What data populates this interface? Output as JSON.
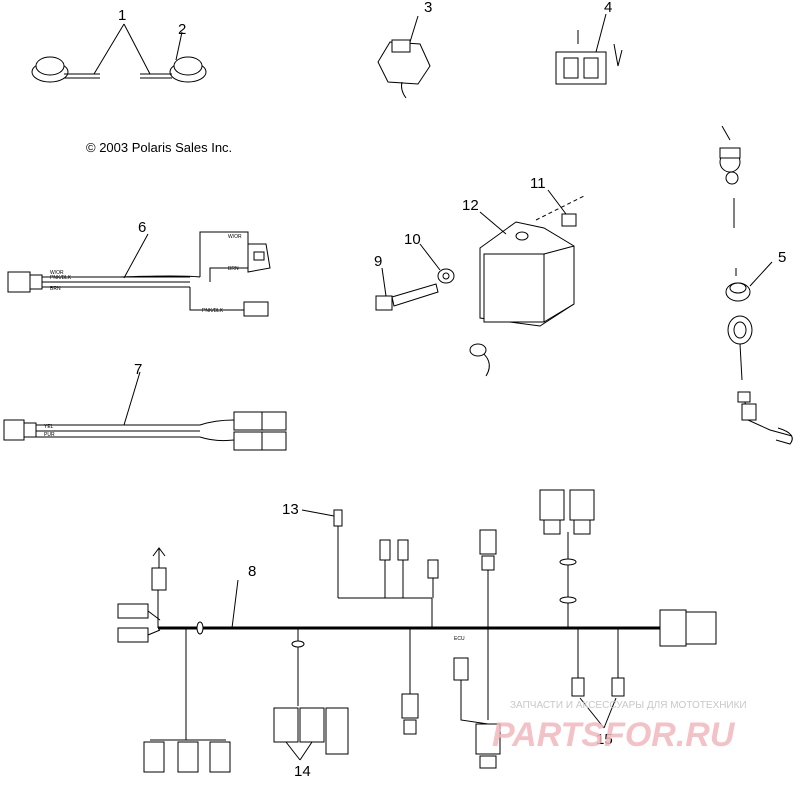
{
  "copyright": "© 2003 Polaris Sales Inc.",
  "callouts": [
    "1",
    "2",
    "3",
    "4",
    "5",
    "6",
    "7",
    "8",
    "9",
    "10",
    "11",
    "12",
    "13",
    "14",
    "15"
  ],
  "wire_labels": {
    "harness6": [
      "W/OR",
      "PNK/BLK",
      "BRN",
      "BRN",
      "PNK/BLK",
      "W/OR"
    ],
    "harness7": [
      "YEL",
      "PUR"
    ]
  },
  "watermark": {
    "caption": "ЗАПЧАСТИ И АКСЕССУАРЫ ДЛЯ МОТОТЕХНИКИ",
    "brand": "PARTSFOR.RU"
  }
}
